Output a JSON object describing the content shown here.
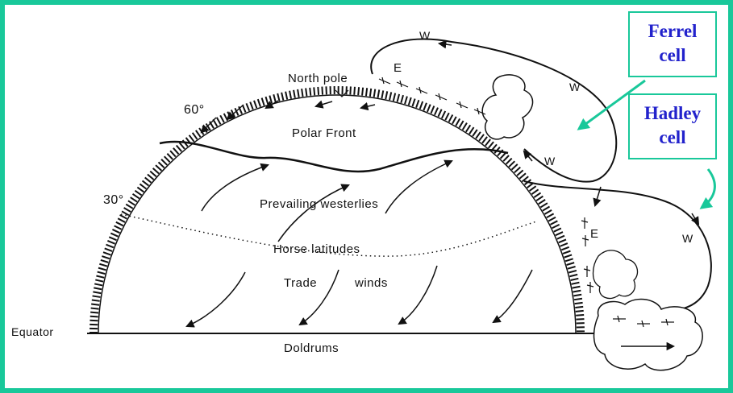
{
  "labels": {
    "north_pole": "North pole",
    "lat_60": "60°",
    "lat_30": "30°",
    "polar_front": "Polar Front",
    "prevailing_westerlies": "Prevailing westerlies",
    "horse_latitudes": "Horse latitudes",
    "trade": "Trade",
    "winds": "winds",
    "equator": "Equator",
    "doldrums": "Doldrums",
    "w1": "W",
    "w2": "W",
    "w3": "W",
    "w4": "W",
    "e1": "E",
    "e2": "E"
  },
  "callouts": {
    "ferrel": {
      "line1": "Ferrel",
      "line2": "cell"
    },
    "hadley": {
      "line1": "Hadley",
      "line2": "cell"
    }
  },
  "colors": {
    "frame": "#19c89a",
    "callout_text": "#2222cc",
    "ink": "#111111"
  }
}
